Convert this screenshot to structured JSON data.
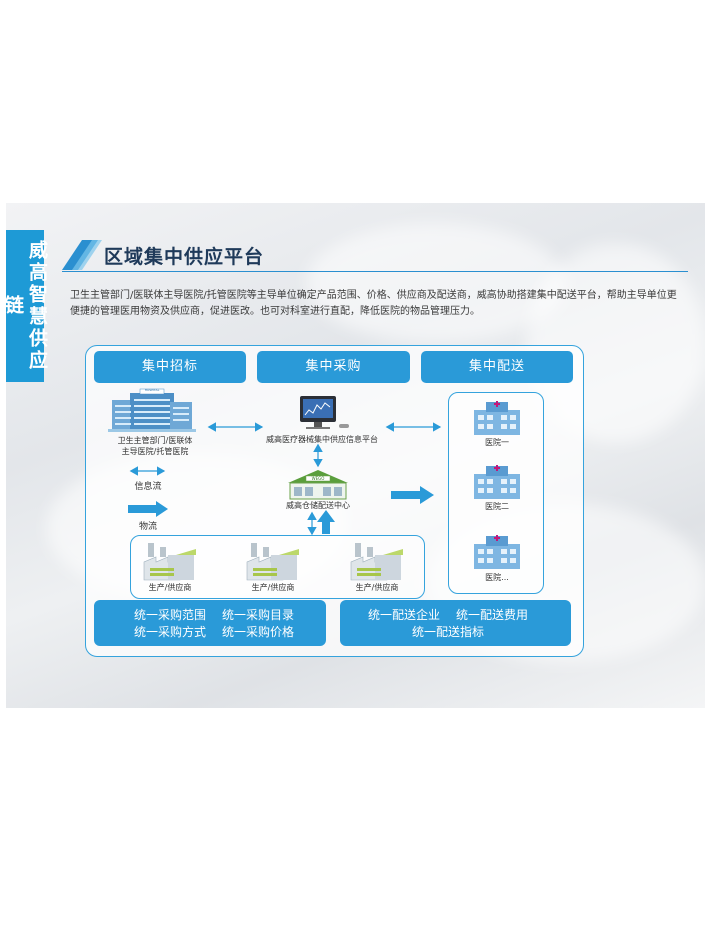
{
  "side_tab": "威高智慧供应链",
  "title": "区域集中供应平台",
  "description": "卫生主管部门/医联体主导医院/托管医院等主导单位确定产品范围、价格、供应商及配送商，威高协助搭建集中配送平台，帮助主导单位更便捷的管理医用物资及供应商，促进医改。也可对科室进行直配，降低医院的物品管理压力。",
  "headers": [
    "集中招标",
    "集中采购",
    "集中配送"
  ],
  "left_node": {
    "label_line1": "卫生主管部门/医联体",
    "label_line2": "主导医院/托管医院",
    "sign": "HOSPITAL"
  },
  "platform_label": "威高医疗器械集中供应信息平台",
  "warehouse": {
    "label": "威高仓储配送中心",
    "sign": "WEGO"
  },
  "legend": {
    "info_flow": "信息流",
    "goods_flow": "物流"
  },
  "suppliers": [
    "生产/供应商",
    "生产/供应商",
    "生产/供应商"
  ],
  "hospitals": [
    "医院一",
    "医院二",
    "医院..."
  ],
  "bottom_left": {
    "row1": [
      "统一采购范围",
      "统一采购目录"
    ],
    "row2": [
      "统一采购方式",
      "统一采购价格"
    ]
  },
  "bottom_right": {
    "row1": [
      "统一配送企业",
      "统一配送费用"
    ],
    "row2": [
      "统一配送指标"
    ]
  },
  "colors": {
    "accent": "#2a9ad8",
    "border": "#35a3dd",
    "title": "#1f3a5a",
    "cross": "#c2187a"
  }
}
